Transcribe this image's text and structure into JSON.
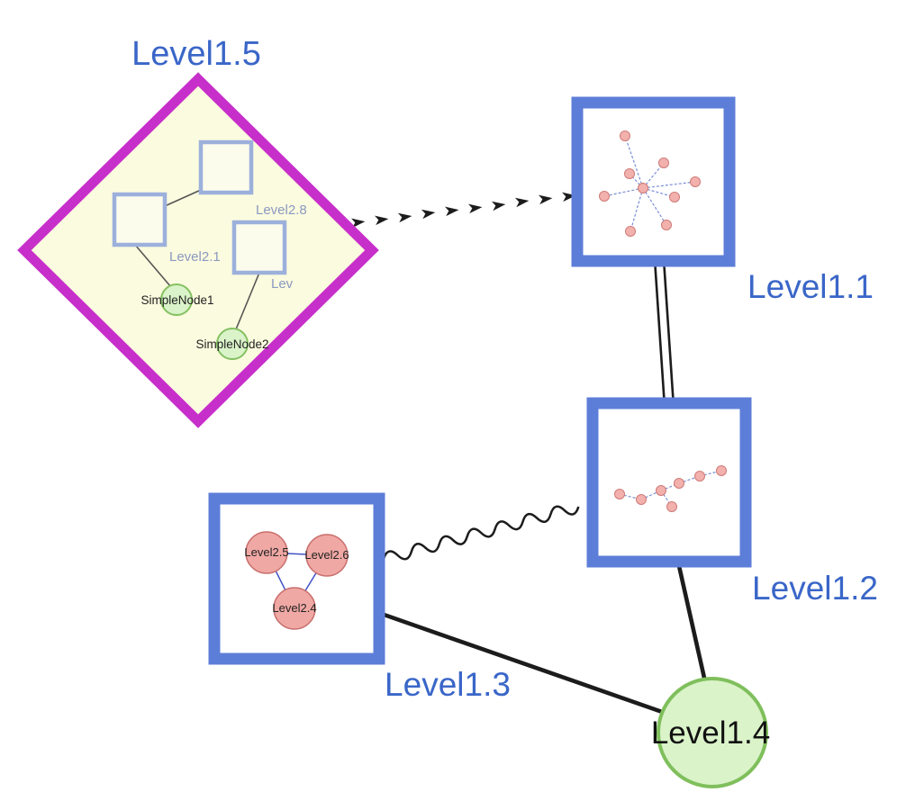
{
  "diagram": {
    "group_node": {
      "label": "Level1.5",
      "shape": "diamond",
      "inner_squares": [
        {
          "label": "Level2.8"
        },
        {
          "label": "Level2.1"
        },
        {
          "label": "Lev"
        }
      ],
      "simple_nodes": [
        {
          "label": "SimpleNode1"
        },
        {
          "label": "SimpleNode2"
        }
      ]
    },
    "nodes": [
      {
        "id": "level1-1",
        "label": "Level1.1",
        "shape": "square",
        "content": "mini-graph-star"
      },
      {
        "id": "level1-2",
        "label": "Level1.2",
        "shape": "square",
        "content": "mini-graph-chain"
      },
      {
        "id": "level1-3",
        "label": "Level1.3",
        "shape": "square",
        "children": [
          {
            "label": "Level2.5"
          },
          {
            "label": "Level2.6"
          },
          {
            "label": "Level2.4"
          }
        ]
      },
      {
        "id": "level1-4",
        "label": "Level1.4",
        "shape": "circle"
      }
    ],
    "edges": [
      {
        "from": "Level1.5",
        "to": "Level1.1",
        "style": "dashed-arrow-chevrons"
      },
      {
        "from": "Level1.1",
        "to": "Level1.2",
        "style": "double-line"
      },
      {
        "from": "Level1.3",
        "to": "Level1.2",
        "style": "wavy"
      },
      {
        "from": "Level1.3",
        "to": "Level1.4",
        "style": "solid"
      },
      {
        "from": "Level1.2",
        "to": "Level1.4",
        "style": "solid"
      }
    ],
    "colors": {
      "label_blue": "#3a66c8",
      "node_border_blue": "#5d7ed8",
      "inner_square_border": "#9cb0dc",
      "diamond_border_magenta": "#c72fca",
      "diamond_fill_yellow": "#fbfbdf",
      "green_fill": "#daf3c9",
      "green_border": "#7fbf5c",
      "pink_fill": "#f0a8a4",
      "pink_border": "#c9706e",
      "edge_black": "#1c1c1c",
      "mini_edge_blue": "#7b8fd6"
    }
  }
}
